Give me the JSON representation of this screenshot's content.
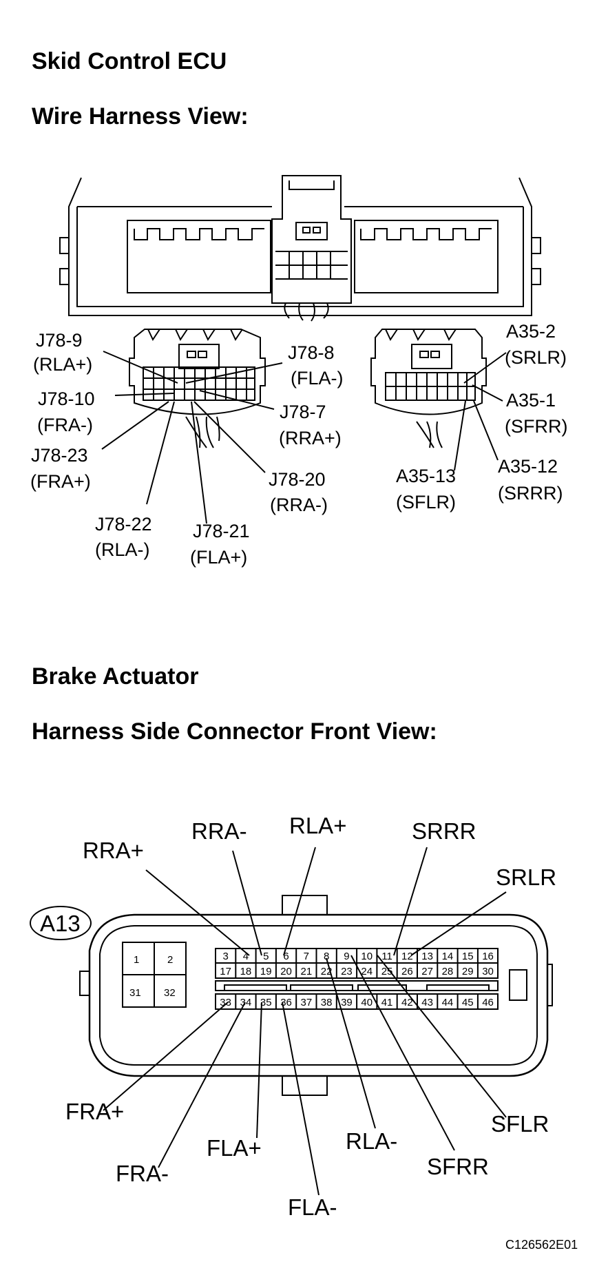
{
  "sections": {
    "ecu_title": "Skid Control ECU",
    "ecu_view": "Wire Harness View:",
    "actuator_title": "Brake Actuator",
    "actuator_view": "Harness Side Connector Front View:"
  },
  "ecu_labels": {
    "j78_9": "J78-9",
    "j78_9_sig": "(RLA+)",
    "j78_8": "J78-8",
    "j78_8_sig": "(FLA-)",
    "j78_10": "J78-10",
    "j78_10_sig": "(FRA-)",
    "j78_7": "J78-7",
    "j78_7_sig": "(RRA+)",
    "j78_23": "J78-23",
    "j78_23_sig": "(FRA+)",
    "j78_20": "J78-20",
    "j78_20_sig": "(RRA-)",
    "j78_22": "J78-22",
    "j78_22_sig": "(RLA-)",
    "j78_21": "J78-21",
    "j78_21_sig": "(FLA+)",
    "a35_2": "A35-2",
    "a35_2_sig": "(SRLR)",
    "a35_1": "A35-1",
    "a35_1_sig": "(SFRR)",
    "a35_13": "A35-13",
    "a35_13_sig": "(SFLR)",
    "a35_12": "A35-12",
    "a35_12_sig": "(SRRR)"
  },
  "actuator": {
    "connector_id": "A13",
    "large_pins": [
      "1",
      "2",
      "31",
      "32"
    ],
    "pin_rows": [
      [
        "3",
        "4",
        "5",
        "6",
        "7",
        "8",
        "9",
        "10",
        "11",
        "12",
        "13",
        "14",
        "15",
        "16"
      ],
      [
        "17",
        "18",
        "19",
        "20",
        "21",
        "22",
        "23",
        "24",
        "25",
        "26",
        "27",
        "28",
        "29",
        "30"
      ],
      [
        "33",
        "34",
        "35",
        "36",
        "37",
        "38",
        "39",
        "40",
        "41",
        "42",
        "43",
        "44",
        "45",
        "46"
      ]
    ],
    "labels": {
      "rra_plus": "RRA+",
      "rra_minus": "RRA-",
      "rla_plus": "RLA+",
      "srrr": "SRRR",
      "srlr": "SRLR",
      "fra_plus": "FRA+",
      "fra_minus": "FRA-",
      "fla_plus": "FLA+",
      "fla_minus": "FLA-",
      "rla_minus": "RLA-",
      "sfrr": "SFRR",
      "sflr": "SFLR"
    }
  },
  "figure_code": "C126562E01"
}
